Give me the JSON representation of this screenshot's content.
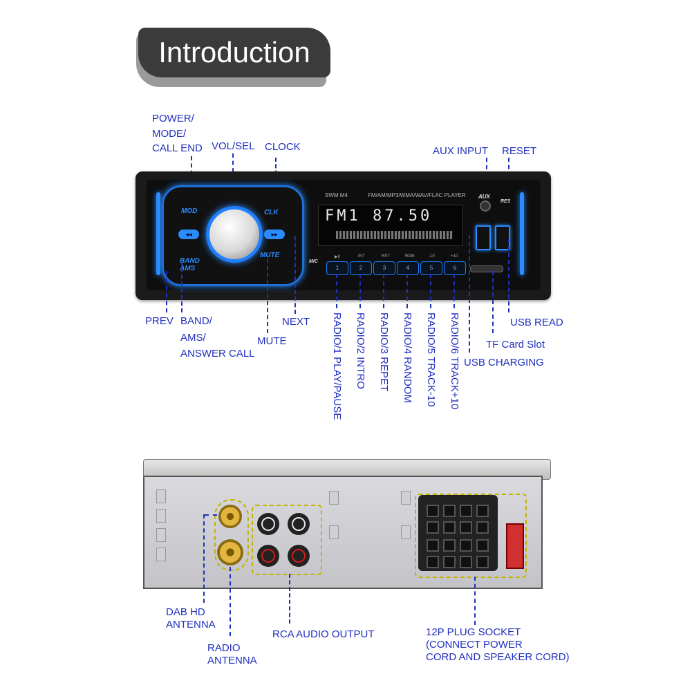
{
  "title": "Introduction",
  "device": {
    "model": "SWM M4",
    "formats": "FM/AM/MP3/WMA/WAV/FLAC PLAYER",
    "display": "FM1 87.50",
    "button_mod": "MOD",
    "button_clk": "CLK",
    "button_band": "BAND AMS",
    "button_mute": "MUTE",
    "aux": "AUX",
    "res": "RES",
    "mic": "MIC",
    "num_labels": [
      "▶II",
      "INT",
      "RPT",
      "RDM",
      "-10",
      "+10"
    ],
    "num_buttons": [
      "1",
      "2",
      "3",
      "4",
      "5",
      "6"
    ]
  },
  "front_labels": {
    "power": [
      "POWER/",
      "MODE/",
      "CALL END"
    ],
    "vol": "VOL/SEL",
    "clock": "CLOCK",
    "aux_input": "AUX INPUT",
    "reset": "RESET",
    "prev": "PREV",
    "band": [
      "BAND/",
      "AMS/",
      "ANSWER CALL"
    ],
    "next": "NEXT",
    "mute": "MUTE",
    "usb_read": "USB READ",
    "tf_card": "TF Card Slot",
    "usb_charging": "USB CHARGING",
    "radio": [
      "RADIO/1  PLAY/PAUSE",
      "RADIO/2  INTRO",
      "RADIO/3  REPET",
      "RADIO/4  RANDOM",
      "RADIO/5  TRACK-10",
      "RADIO/6  TRACK+10"
    ]
  },
  "back_labels": {
    "dab": [
      "DAB HD",
      "ANTENNA"
    ],
    "radio_antenna": [
      "RADIO",
      "ANTENNA"
    ],
    "rca": "RCA AUDIO OUTPUT",
    "plug": [
      "12P PLUG SOCKET",
      "(CONNECT POWER",
      "CORD AND SPEAKER CORD)"
    ]
  },
  "colors": {
    "label": "#1f2fbf",
    "accent_blue": "#2a8cff",
    "highlight": "#c6b200"
  }
}
